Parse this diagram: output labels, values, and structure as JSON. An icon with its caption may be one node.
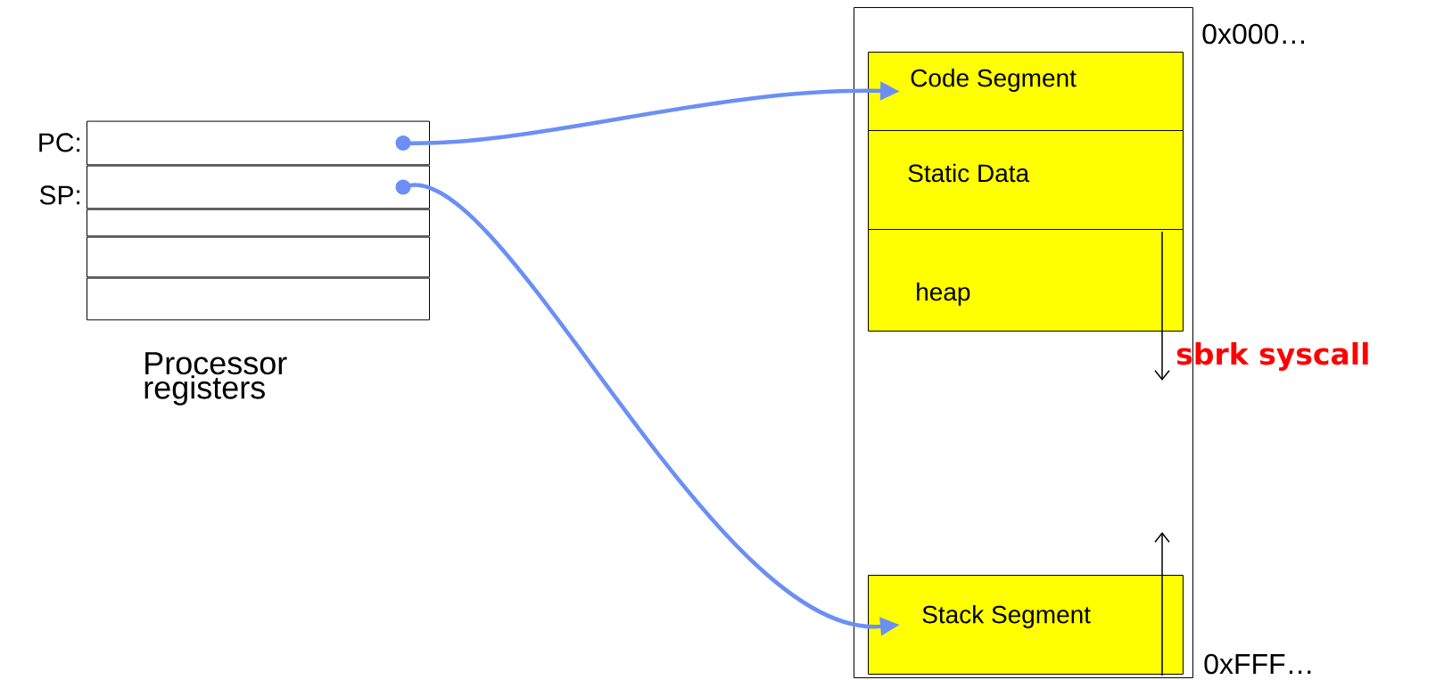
{
  "diagram": {
    "nodes": [
      {
        "text": [],
        "shape": "box",
        "beside": [
          "0x000…",
          "0xFFF…"
        ]
      },
      {
        "text": [
          "Code Segment"
        ],
        "in": 0
      },
      {
        "text": [
          "Static Data"
        ],
        "in": 0
      },
      {
        "text": [
          "heap"
        ],
        "in": 0
      },
      {
        "text": [
          "Stack Segment"
        ],
        "in": 0
      },
      {
        "text": [
          "PC:"
        ]
      },
      {
        "text": [
          "SP:"
        ]
      },
      {
        "text": [],
        "shape": "box"
      },
      {
        "text": [],
        "shape": "box"
      },
      {
        "text": [],
        "shape": "box"
      }
    ],
    "edges": [
      {
        "from": 5,
        "to": 1,
        "arrow": "to"
      },
      {
        "from": 6,
        "to": 4,
        "arrow": "to"
      }
    ],
    "labels": [
      "Processor registers",
      "sbrk syscall"
    ]
  }
}
